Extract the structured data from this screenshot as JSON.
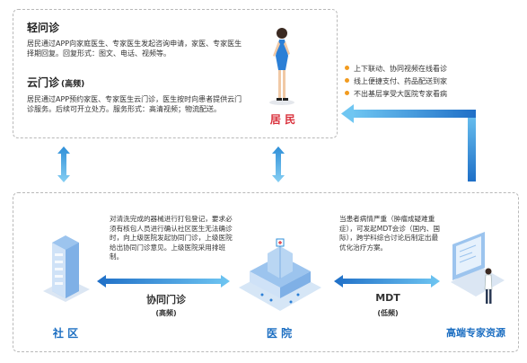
{
  "top": {
    "light_title": "轻问诊",
    "light_desc": "居民通过APP向家庭医生、专家医生发起咨询申请，家医、专家医生择期回复。回复形式：图文、电话、视频等。",
    "cloud_title": "云门诊",
    "cloud_tag": "(高频)",
    "cloud_desc": "居民通过APP预约家医、专家医生云门诊，医生按时向患者提供云门诊服务。后续可开立处方。服务形式：高清视频；物流配送。",
    "resident_label": "居 民"
  },
  "benefits": [
    "上下联动、协同视频在线看诊",
    "线上便捷支付、药品配送到家",
    "不出基层享受大医院专家看病"
  ],
  "bottom": {
    "community_label": "社 区",
    "hospital_label": "医 院",
    "expert_label": "高端专家资源",
    "collab_title": "协同门诊",
    "collab_tag": "(高频)",
    "collab_desc": "对清洗完成的器械进行打包登记，要求必须有核包人员进行确认社区医生无法确诊时，向上级医院发起协同门诊，上级医院给出协同门诊意见。上级医院采用排班制。",
    "mdt_title": "MDT",
    "mdt_tag": "(低频)",
    "mdt_desc": "当患者病情严重（肿瘤成疑难重症），可发起MDT会诊（国内、国际），跨学科综合讨论后制定出最优化治疗方案。"
  },
  "colors": {
    "accent": "#1d6fc2",
    "bullet": "#f29b1f",
    "arrow": "#2f8fd8"
  }
}
